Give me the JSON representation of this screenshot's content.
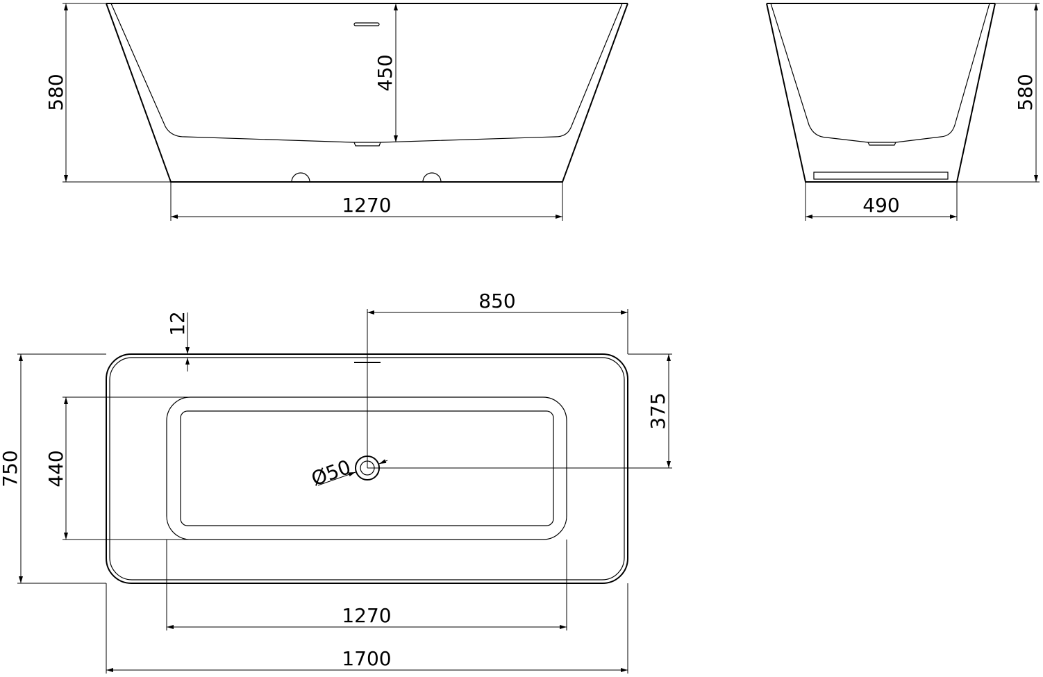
{
  "title": "Freestanding bathtub technical drawing",
  "front_view": {
    "height_label": "580",
    "depth_label": "450",
    "base_width_label": "1270"
  },
  "side_view": {
    "height_label": "580",
    "base_width_label": "490"
  },
  "top_view": {
    "drain_offset_label": "850",
    "rim_label": "12",
    "drain_from_edge_label": "375",
    "width_label": "750",
    "basin_width_label": "440",
    "drain_diameter_label": "Ø50",
    "basin_length_label": "1270",
    "length_label": "1700"
  },
  "colors": {
    "line": "#000000",
    "background": "#ffffff"
  }
}
